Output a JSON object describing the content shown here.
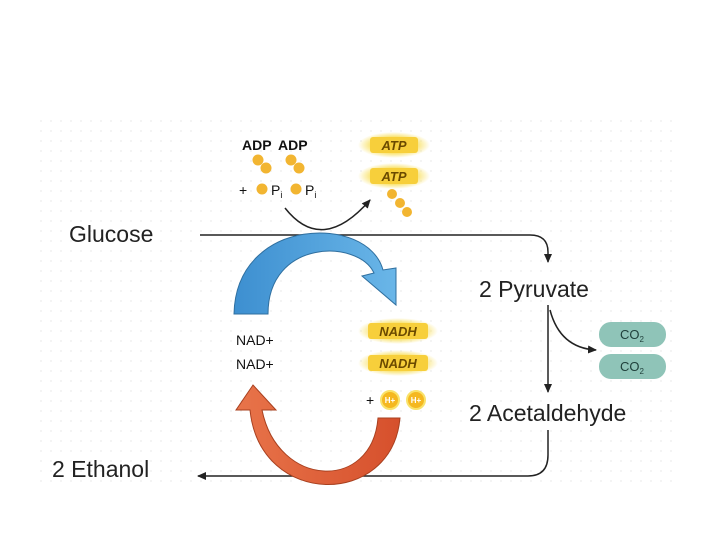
{
  "labels": {
    "glucose": "Glucose",
    "pyruvate": "2 Pyruvate",
    "acetaldehyde": "2 Acetaldehyde",
    "ethanol": "2 Ethanol",
    "adp_1": "ADP",
    "adp_2": "ADP",
    "plus_pi": "+",
    "pi_1": "P",
    "pi_1_sub": "i",
    "pi_2": "P",
    "pi_2_sub": "i",
    "atp_1": "ATP",
    "atp_2": "ATP",
    "nad_1": "NAD+",
    "nad_2": "NAD+",
    "nadh_1": "NADH",
    "nadh_2": "NADH",
    "plus_h": "+",
    "h_1": "H+",
    "h_2": "H+",
    "co2_1": "CO",
    "co2_1_sub": "2",
    "co2_2": "CO",
    "co2_2_sub": "2"
  },
  "colors": {
    "blue_arrow": "#4aa3dc",
    "red_arrow": "#e0603a",
    "phosphate": "#f2b531",
    "energy_glow": "#f9e26a",
    "co2_fill": "#8fc4b8",
    "line": "#222222"
  }
}
